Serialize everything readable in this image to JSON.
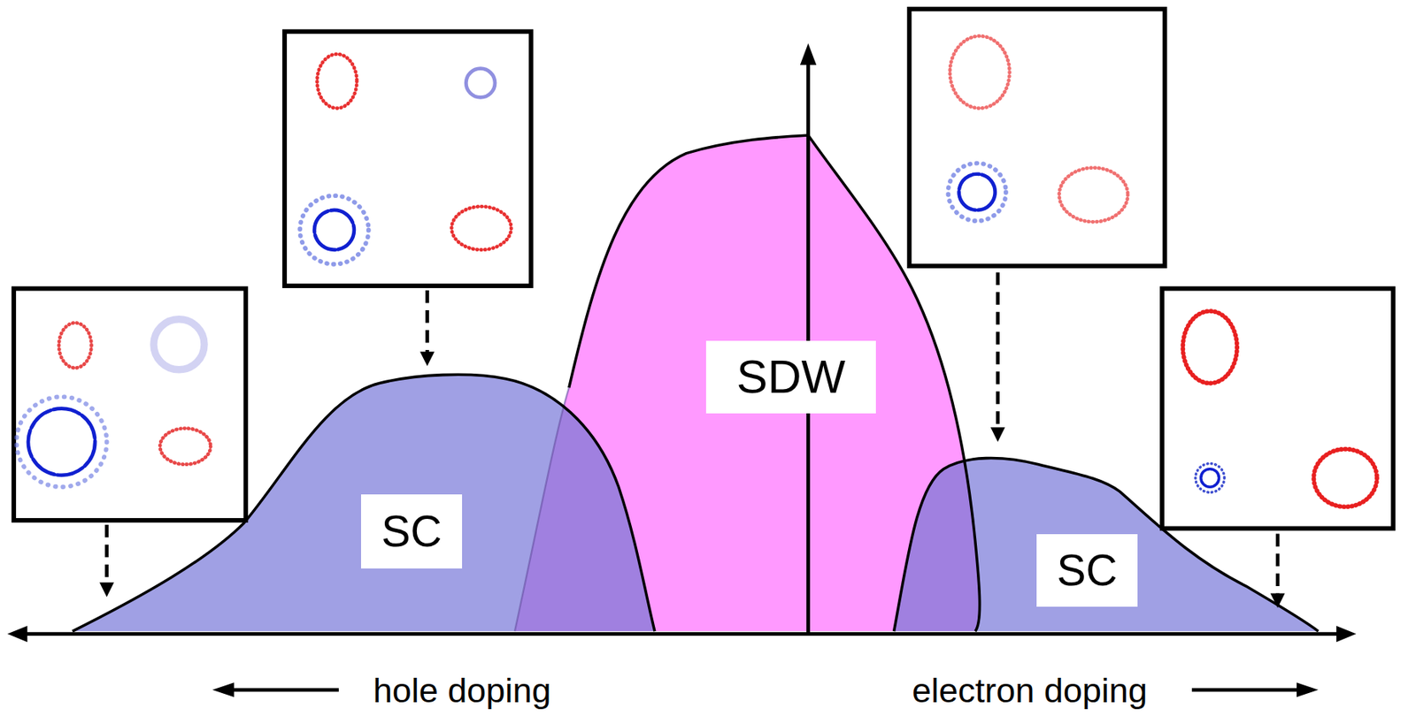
{
  "diagram": {
    "nodes": [
      {
        "text": [
          "SDW"
        ]
      },
      {
        "text": [
          "SC"
        ]
      },
      {
        "text": [
          "SC"
        ]
      }
    ],
    "labels": [
      "hole doping",
      "electron doping"
    ]
  }
}
